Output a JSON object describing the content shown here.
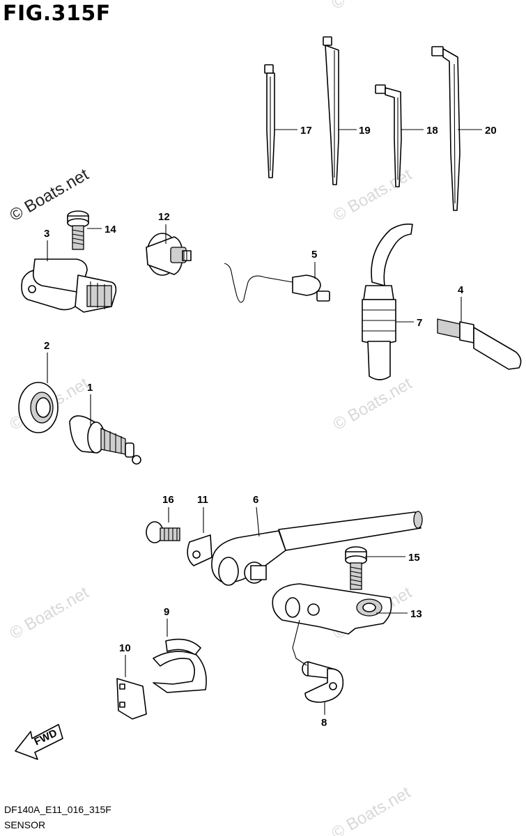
{
  "figure": {
    "title": "FIG.315F",
    "code": "DF140A_E11_016_315F",
    "name": "SENSOR"
  },
  "watermark": {
    "main": "© Boats.net",
    "faint": [
      "© Boats.net",
      "© Boats.net",
      "© Boats.net",
      "© Boats.net",
      "© Boats.net",
      "© Boats.net",
      "© Boats.net"
    ]
  },
  "fwd_label": "FWD",
  "callouts": {
    "c1": "1",
    "c2": "2",
    "c3": "3",
    "c4": "4",
    "c5": "5",
    "c6": "6",
    "c7": "7",
    "c8": "8",
    "c9": "9",
    "c10": "10",
    "c11": "11",
    "c12": "12",
    "c13": "13",
    "c14": "14",
    "c15": "15",
    "c16": "16",
    "c17": "17",
    "c18": "18",
    "c19": "19",
    "c20": "20"
  }
}
